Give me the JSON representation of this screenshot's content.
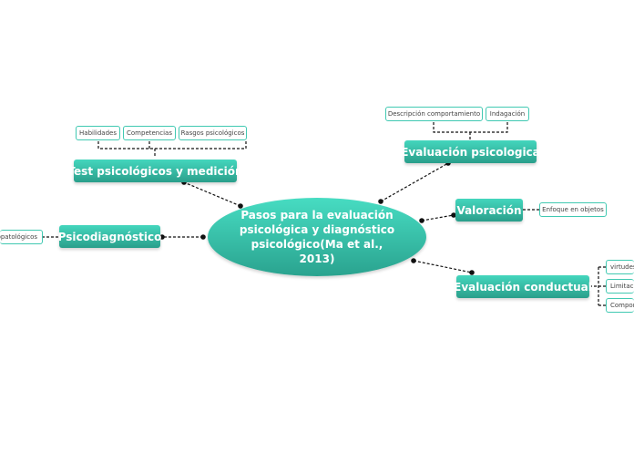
{
  "central_topic": "Pasos para la evaluación psicológica y diagnóstico psicológico(Ma et al., 2013)",
  "topics": {
    "test": {
      "label": "Test psicológicos y medición",
      "subtopics": [
        "Habilidades",
        "Competencias",
        "Rasgos psicológicos"
      ]
    },
    "evaluacion_psicologica": {
      "label": "Evaluación psicologica",
      "subtopics": [
        "Descripción comportamiento",
        "Indagación"
      ]
    },
    "valoracion": {
      "label": "Valoración",
      "subtopics": [
        "Enfoque en objetos"
      ]
    },
    "evaluacion_conductual": {
      "label": "Evaluación conductual",
      "subtopics": [
        "virtudes",
        "Limitaci",
        "Compor"
      ]
    },
    "psicodiagnostico": {
      "label": "Psicodiagnóstico",
      "subtopics": [
        "opatológicos"
      ]
    }
  },
  "colors": {
    "topic_fill": "#2fb59f",
    "leaf_border": "#41c9b2",
    "connector": "#111111",
    "background": "#ffffff"
  }
}
